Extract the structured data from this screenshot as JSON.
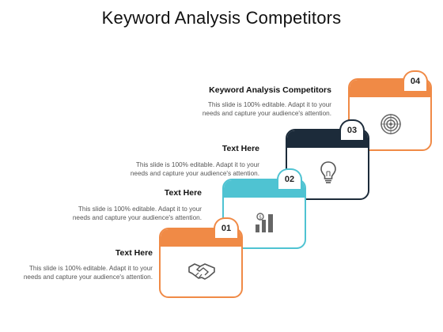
{
  "title": "Keyword Analysis Competitors",
  "colors": {
    "orange": "#F08A46",
    "cyan": "#4FC3D2",
    "navy": "#1C2B3A",
    "text": "#555555"
  },
  "steps": [
    {
      "number": "01",
      "heading": "Text Here",
      "desc_line1": "This slide is 100% editable. Adapt it to your",
      "desc_line2": "needs and capture your audience's attention.",
      "icon": "handshake-icon"
    },
    {
      "number": "02",
      "heading": "Text Here",
      "desc_line1": "This slide is 100% editable. Adapt it to your",
      "desc_line2": "needs and capture your audience's attention.",
      "icon": "growth-chart-icon"
    },
    {
      "number": "03",
      "heading": "Text Here",
      "desc_line1": "This slide is 100% editable. Adapt it to your",
      "desc_line2": "needs and capture your audience's attention.",
      "icon": "lightbulb-icon"
    },
    {
      "number": "04",
      "heading": "Keyword Analysis Competitors",
      "desc_line1": "This slide is 100% editable. Adapt it to your",
      "desc_line2": "needs and capture your audience's attention.",
      "icon": "target-icon"
    }
  ]
}
